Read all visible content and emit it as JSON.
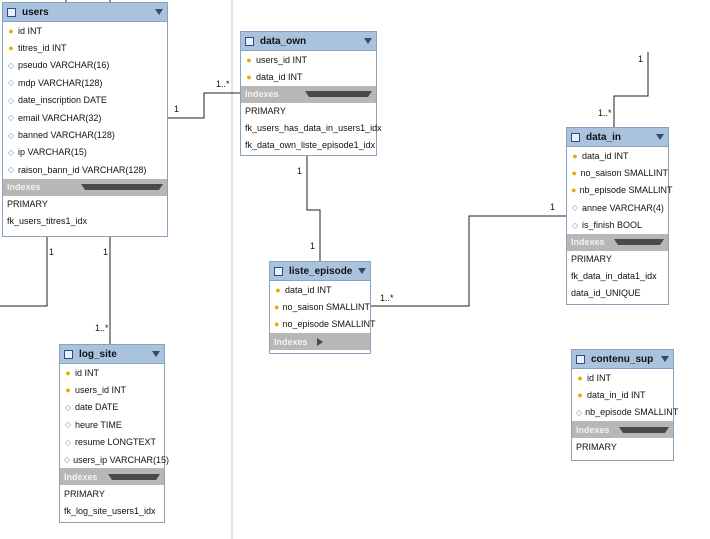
{
  "tables": {
    "users": {
      "title": "users",
      "columns": [
        {
          "key": true,
          "text": "id INT"
        },
        {
          "key": true,
          "text": "titres_id INT"
        },
        {
          "key": false,
          "text": "pseudo VARCHAR(16)"
        },
        {
          "key": false,
          "text": "mdp VARCHAR(128)"
        },
        {
          "key": false,
          "text": "date_inscription DATE"
        },
        {
          "key": false,
          "text": "email VARCHAR(32)"
        },
        {
          "key": false,
          "text": "banned VARCHAR(128)"
        },
        {
          "key": false,
          "text": "ip VARCHAR(15)"
        },
        {
          "key": false,
          "text": "raison_bann_id VARCHAR(128)"
        }
      ],
      "indexes_label": "Indexes",
      "indexes": [
        "PRIMARY",
        "fk_users_titres1_idx"
      ]
    },
    "data_own": {
      "title": "data_own",
      "columns": [
        {
          "key": true,
          "text": "users_id INT"
        },
        {
          "key": true,
          "text": "data_id INT"
        }
      ],
      "indexes_label": "Indexes",
      "indexes": [
        "PRIMARY",
        "fk_users_has_data_in_users1_idx",
        "fk_data_own_liste_episode1_idx"
      ]
    },
    "data_in": {
      "title": "data_in",
      "columns": [
        {
          "key": true,
          "text": "data_id INT"
        },
        {
          "key": true,
          "text": "no_saison SMALLINT"
        },
        {
          "key": true,
          "text": "nb_episode SMALLINT"
        },
        {
          "key": false,
          "text": "annee VARCHAR(4)"
        },
        {
          "key": false,
          "text": "is_finish BOOL"
        }
      ],
      "indexes_label": "Indexes",
      "indexes": [
        "PRIMARY",
        "fk_data_in_data1_idx",
        "data_id_UNIQUE"
      ]
    },
    "liste_episode": {
      "title": "liste_episode",
      "columns": [
        {
          "key": true,
          "text": "data_id INT"
        },
        {
          "key": true,
          "text": "no_saison SMALLINT"
        },
        {
          "key": true,
          "text": "no_episode SMALLINT"
        }
      ],
      "indexes_label": "Indexes",
      "indexes": []
    },
    "log_site": {
      "title": "log_site",
      "columns": [
        {
          "key": true,
          "text": "id INT"
        },
        {
          "key": true,
          "text": "users_id INT"
        },
        {
          "key": false,
          "text": "date DATE"
        },
        {
          "key": false,
          "text": "heure TIME"
        },
        {
          "key": false,
          "text": "resume LONGTEXT"
        },
        {
          "key": false,
          "text": "users_ip VARCHAR(15)"
        }
      ],
      "indexes_label": "Indexes",
      "indexes": [
        "PRIMARY",
        "fk_log_site_users1_idx"
      ]
    },
    "contenu_sup": {
      "title": "contenu_sup",
      "columns": [
        {
          "key": true,
          "text": "id INT"
        },
        {
          "key": true,
          "text": "data_in_id INT"
        },
        {
          "key": false,
          "text": "nb_episode SMALLINT"
        }
      ],
      "indexes_label": "Indexes",
      "indexes": [
        "PRIMARY"
      ]
    }
  },
  "labels": {
    "users_dataown_1": "1",
    "users_dataown_many": "1..*",
    "dataown_liste_1a": "1",
    "dataown_liste_1b": "1",
    "liste_datain_many": "1..*",
    "liste_datain_1": "1",
    "datain_top_1": "1",
    "datain_top_many": "1..*",
    "users_left_1": "1",
    "users_log_1": "1",
    "users_log_many": "1..*"
  },
  "colors": {
    "header": "#a9c3df",
    "border": "#8aa3bd",
    "indexes_bar": "#b7b7b7",
    "key_icon": "#e2b100",
    "column_icon": "#6f97b8"
  }
}
